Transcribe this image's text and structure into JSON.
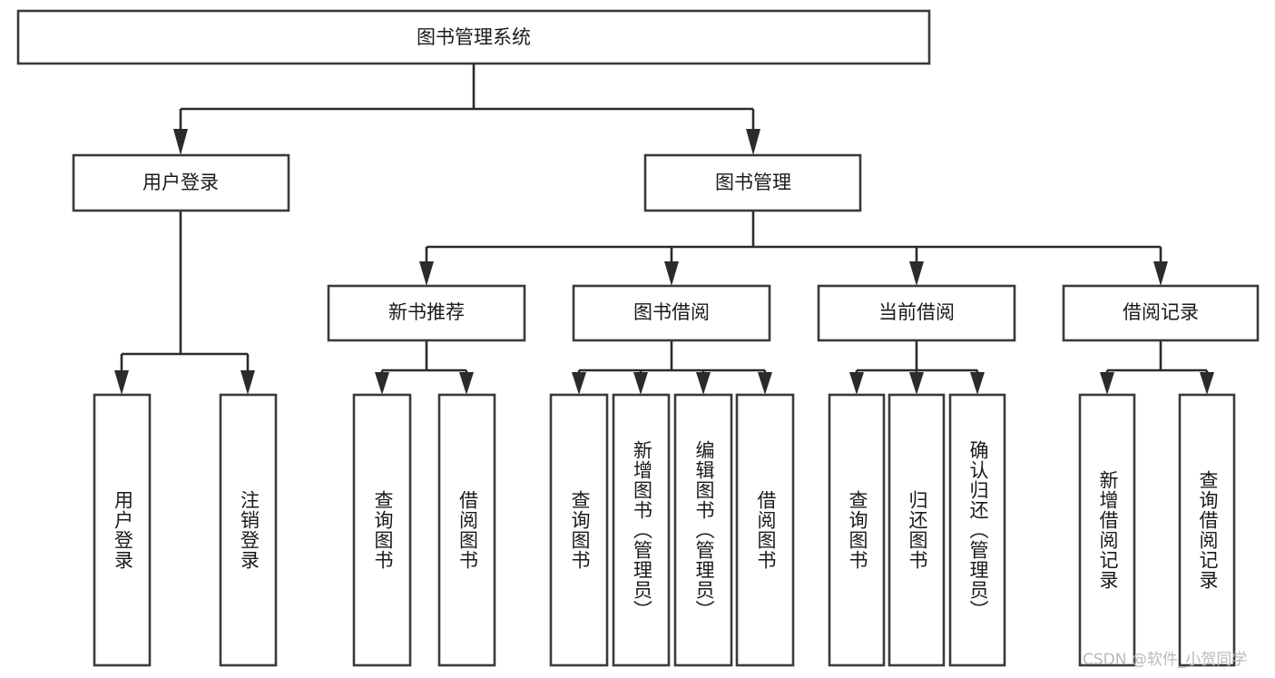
{
  "diagram": {
    "type": "tree-hierarchy",
    "title": "图书管理系统",
    "root": {
      "id": "root",
      "label": "图书管理系统"
    },
    "level2": [
      {
        "id": "user-login",
        "label": "用户登录"
      },
      {
        "id": "book-manage",
        "label": "图书管理"
      }
    ],
    "level3": [
      {
        "id": "new-book-rec",
        "label": "新书推荐",
        "parent": "book-manage"
      },
      {
        "id": "book-borrow",
        "label": "图书借阅",
        "parent": "book-manage"
      },
      {
        "id": "current-borrow",
        "label": "当前借阅",
        "parent": "book-manage"
      },
      {
        "id": "borrow-record",
        "label": "借阅记录",
        "parent": "book-manage"
      }
    ],
    "leaves": [
      {
        "id": "leaf-user-login",
        "label": "用户登录",
        "parent": "user-login"
      },
      {
        "id": "leaf-user-logout",
        "label": "注销登录",
        "parent": "user-login"
      },
      {
        "id": "leaf-rec-query-book",
        "label": "查询图书",
        "parent": "new-book-rec"
      },
      {
        "id": "leaf-rec-borrow-book",
        "label": "借阅图书",
        "parent": "new-book-rec"
      },
      {
        "id": "leaf-borrow-query-book",
        "label": "查询图书",
        "parent": "book-borrow"
      },
      {
        "id": "leaf-borrow-add-book",
        "label": "新增图书（管理员）",
        "parent": "book-borrow"
      },
      {
        "id": "leaf-borrow-edit-book",
        "label": "编辑图书（管理员）",
        "parent": "book-borrow"
      },
      {
        "id": "leaf-borrow-borrow-book",
        "label": "借阅图书",
        "parent": "book-borrow"
      },
      {
        "id": "leaf-current-query-book",
        "label": "查询图书",
        "parent": "current-borrow"
      },
      {
        "id": "leaf-current-return-book",
        "label": "归还图书",
        "parent": "current-borrow"
      },
      {
        "id": "leaf-current-confirm-return",
        "label": "确认归还（管理员）",
        "parent": "current-borrow"
      },
      {
        "id": "leaf-record-add",
        "label": "新增借阅记录",
        "parent": "borrow-record"
      },
      {
        "id": "leaf-record-query",
        "label": "查询借阅记录",
        "parent": "borrow-record"
      }
    ],
    "watermark": "CSDN @软件_小贺同学",
    "colors": {
      "box_stroke": "#3a3a3a",
      "box_fill": "#ffffff",
      "connector": "#2b2b2b",
      "text": "#1a1a1a",
      "watermark": "#b9b9b9",
      "background": "#ffffff"
    }
  }
}
